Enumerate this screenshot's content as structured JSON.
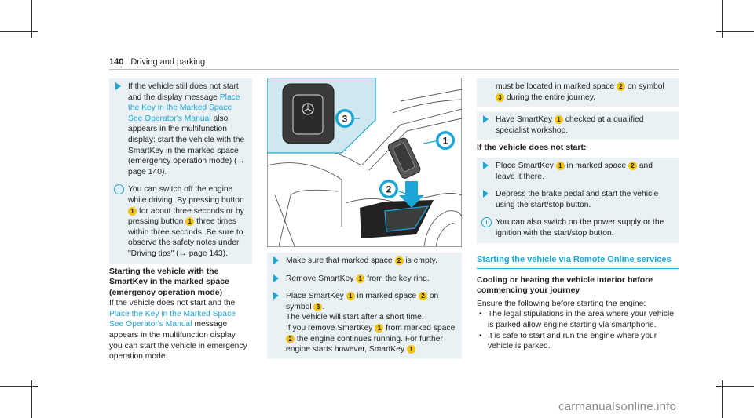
{
  "header": {
    "page_number": "140",
    "section": "Driving and parking"
  },
  "col1": {
    "step1_a": "If the vehicle still does not start and the display message ",
    "step1_link": "Place the Key in the Marked Space See Operator's Manual",
    "step1_b": " also appears in the multifunction display: start the vehicle with the SmartKey in the marked space (emergency operation mode) (",
    "arrow_sym": "→",
    "step1_c": " page 140).",
    "info_a": "You can switch off the engine while driving. By pressing button ",
    "info_b": " for about three seconds or by pressing button ",
    "info_c": " three times within three seconds. Be sure to observe the safety notes under \"Driving tips\" (",
    "info_d": " page 143).",
    "heading": "Starting the vehicle with the SmartKey in the marked space (emergency operation mode)",
    "para_a": "If the vehicle does not start and the ",
    "para_link": "Place the Key in the Marked Space See Operator's Manual",
    "para_b": " message appears in the multifunction display, you can start the vehicle in emergency operation mode."
  },
  "badges": {
    "one": "1",
    "two": "2",
    "three": "3"
  },
  "col2": {
    "step_a1": "Make sure that marked space ",
    "step_a2": " is empty.",
    "step_b1": "Remove SmartKey ",
    "step_b2": " from the key ring.",
    "step_c1": "Place SmartKey ",
    "step_c2": " in marked space ",
    "step_c3": " on symbol ",
    "step_c4": ".",
    "step_c5": "The vehicle will start after a short time.",
    "step_c6": "If you remove SmartKey ",
    "step_c7": " from marked space ",
    "step_c8": " the engine continues running. For further engine starts however, SmartKey "
  },
  "col3": {
    "cont_a": "must be located in marked space ",
    "cont_b": " on symbol ",
    "cont_c": " during the entire journey.",
    "step_d1": "Have SmartKey ",
    "step_d2": " checked at a qualified specialist workshop.",
    "heading2": "If the vehicle does not start:",
    "step_e1": "Place SmartKey ",
    "step_e2": " in marked space ",
    "step_e3": " and leave it there.",
    "step_f": "Depress the brake pedal and start the vehicle using the start/stop button.",
    "info2": "You can also switch on the power supply or the ignition with the start/stop button.",
    "section_title": "Starting the vehicle via Remote Online services",
    "heading3": "Cooling or heating the vehicle interior before commencing your journey",
    "intro": "Ensure the following before starting the engine:",
    "bullet1": "The legal stipulations in the area where your vehicle is parked allow engine starting via smartphone.",
    "bullet2": "It is safe to start and run the engine where your vehicle is parked."
  },
  "watermark": "carmanualsonline.info"
}
